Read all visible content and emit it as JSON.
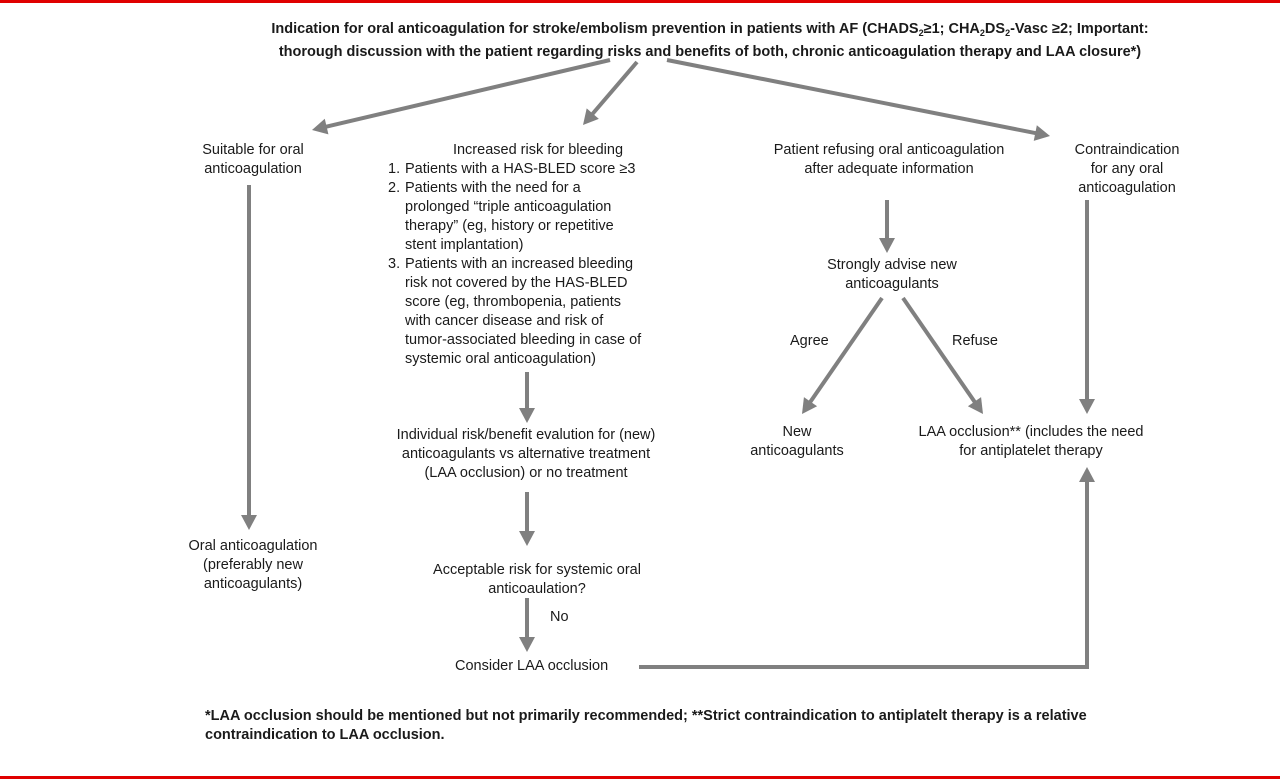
{
  "colors": {
    "arrow": "#808080",
    "rule": "#e00000",
    "text": "#1a1a1a"
  },
  "title": {
    "line1_a": "Indication for oral anticoagulation for stroke/embolism prevention in patients with AF (CHADS",
    "sub1": "2",
    "line1_b": "≥1; CHA",
    "sub2": "2",
    "line1_c": "DS",
    "sub3": "2",
    "line1_d": "-Vasc ≥2; Important:",
    "line2": "thorough discussion with the patient regarding risks and benefits of both, chronic anticoagulation therapy and LAA closure*)"
  },
  "suitable": {
    "l1": "Suitable for oral",
    "l2": "anticoagulation"
  },
  "oral": {
    "l1": "Oral anticoagulation",
    "l2": "(preferably new",
    "l3": "anticoagulants)"
  },
  "bleeding": {
    "heading": "Increased risk for bleeding",
    "items": [
      {
        "num": "1.",
        "lines": [
          "Patients with a HAS-BLED score ≥3"
        ]
      },
      {
        "num": "2.",
        "lines": [
          "Patients with the need for a",
          "prolonged “triple anticoagulation",
          "therapy” (eg, history or repetitive",
          "stent implantation)"
        ]
      },
      {
        "num": "3.",
        "lines": [
          "Patients with an increased bleeding",
          "risk not covered by the HAS-BLED",
          "score (eg, thrombopenia, patients",
          "with cancer disease and risk of",
          "tumor-associated bleeding in case of",
          "systemic oral anticoagulation)"
        ]
      }
    ]
  },
  "individual": {
    "l1": "Individual risk/benefit evalution for (new)",
    "l2": "anticoagulants vs alternative treatment",
    "l3": "(LAA occlusion) or no treatment"
  },
  "acceptable": {
    "l1": "Acceptable risk for systemic oral",
    "l2": "anticoaulation?"
  },
  "no_label": "No",
  "consider": "Consider LAA occlusion",
  "refusing": {
    "l1": "Patient refusing oral anticoagulation",
    "l2": "after adequate information"
  },
  "advise": {
    "l1": "Strongly advise new",
    "l2": "anticoagulants"
  },
  "agree_label": "Agree",
  "refuse_label": "Refuse",
  "new_anticoag": {
    "l1": "New",
    "l2": "anticoagulants"
  },
  "laa": {
    "l1": "LAA occlusion** (includes the need",
    "l2": "for antiplatelet therapy"
  },
  "contra": {
    "l1": "Contraindication",
    "l2": "for any oral",
    "l3": "anticoagulation"
  },
  "footnote": {
    "l1": "*LAA occlusion should be mentioned but not primarily recommended; **Strict contraindication to antiplatelt therapy is a relative",
    "l2": "contraindication to LAA occlusion."
  }
}
